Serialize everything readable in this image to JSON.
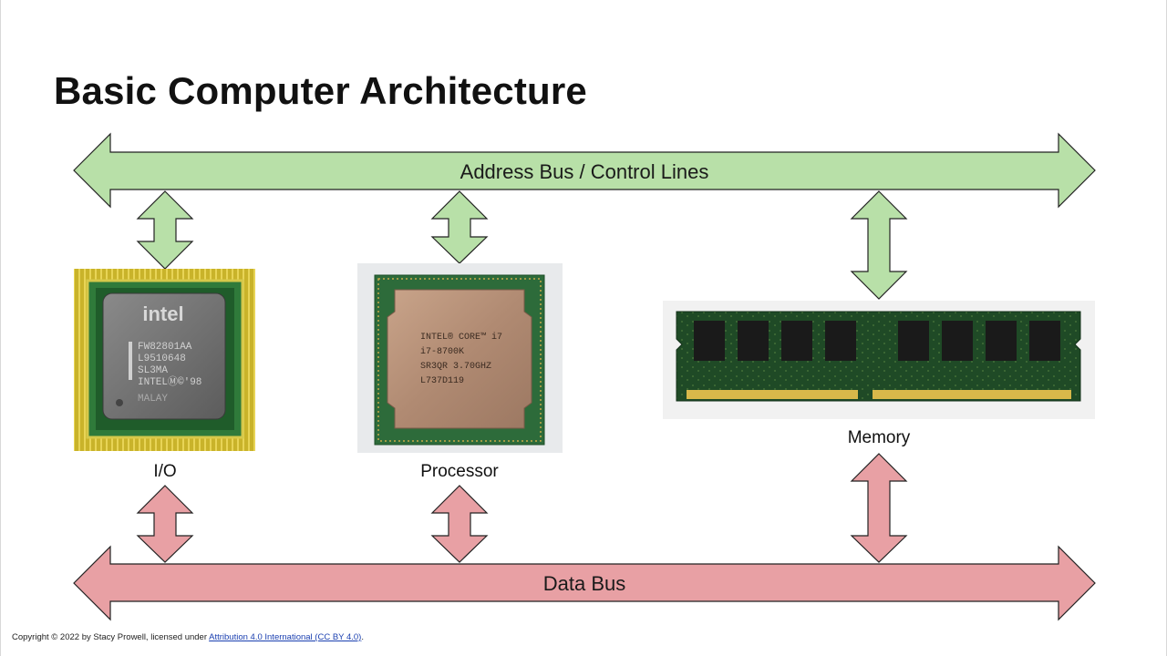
{
  "title": "Basic Computer Architecture",
  "buses": {
    "address": "Address Bus / Control Lines",
    "data": "Data Bus"
  },
  "components": {
    "io": "I/O",
    "processor": "Processor",
    "memory": "Memory"
  },
  "chip_markings": {
    "io_logo": "intel",
    "io_lines": [
      "FW82801AA",
      "L9510648",
      "SL3MA",
      "INTELⓂ©'98",
      "MALAY"
    ],
    "cpu_lines": [
      "INTEL® CORE™ i7",
      "i7-8700K",
      "SR3QR 3.70GHZ",
      "L737D119"
    ]
  },
  "colors": {
    "address_bus": "#b8e0a8",
    "data_bus": "#e8a0a4",
    "stroke": "#222222"
  },
  "footer": {
    "text": "Copyright © 2022 by Stacy Prowell, licensed under ",
    "link": "Attribution 4.0 International (CC BY 4.0)",
    "end": "."
  }
}
